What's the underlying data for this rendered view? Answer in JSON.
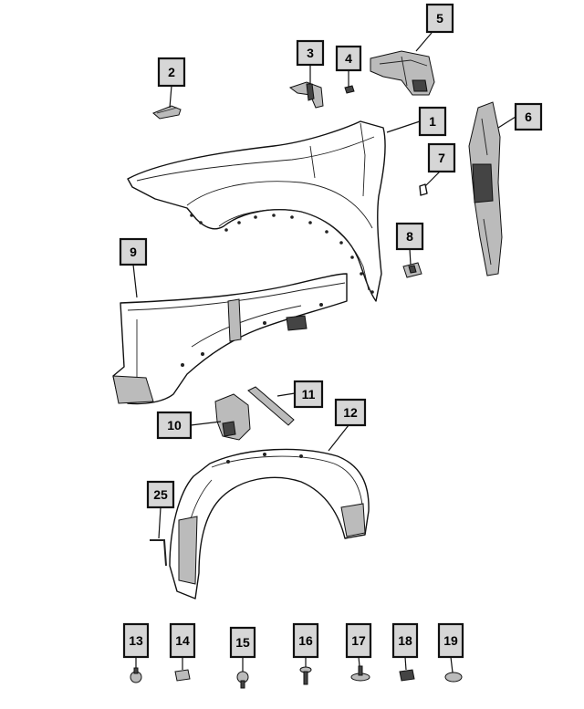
{
  "callouts": [
    {
      "id": "c1",
      "label": "1"
    },
    {
      "id": "c2",
      "label": "2"
    },
    {
      "id": "c3",
      "label": "3"
    },
    {
      "id": "c4",
      "label": "4"
    },
    {
      "id": "c5",
      "label": "5"
    },
    {
      "id": "c6",
      "label": "6"
    },
    {
      "id": "c7",
      "label": "7"
    },
    {
      "id": "c8",
      "label": "8"
    },
    {
      "id": "c9",
      "label": "9"
    },
    {
      "id": "c10",
      "label": "10"
    },
    {
      "id": "c11",
      "label": "11"
    },
    {
      "id": "c12",
      "label": "12"
    },
    {
      "id": "c25",
      "label": "25"
    },
    {
      "id": "c13",
      "label": "13"
    },
    {
      "id": "c14",
      "label": "14"
    },
    {
      "id": "c15",
      "label": "15"
    },
    {
      "id": "c16",
      "label": "16"
    },
    {
      "id": "c17",
      "label": "17"
    },
    {
      "id": "c18",
      "label": "18"
    },
    {
      "id": "c19",
      "label": "19"
    }
  ]
}
